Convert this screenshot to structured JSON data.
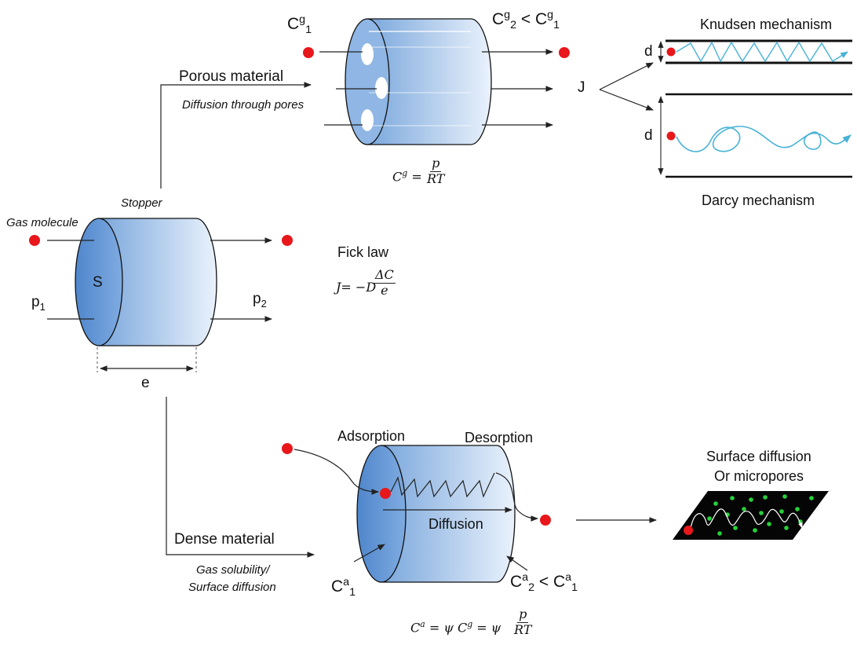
{
  "top": {
    "cg1": {
      "main": "C",
      "sup": "g",
      "sub": "1"
    },
    "cg2": {
      "main": "C",
      "sup": "g",
      "sub": "2",
      "rel": "<",
      "main2": "C",
      "sup2": "g",
      "sub2": "1"
    },
    "porous_material": "Porous material",
    "diffusion_through_pores": "Diffusion through pores",
    "flux": "J",
    "eq_cg": {
      "lhs": "C",
      "lhs_sup": "g",
      "eq": "=",
      "num": "p",
      "den": "RT"
    }
  },
  "right_top": {
    "knudsen": "Knudsen mechanism",
    "darcy": "Darcy mechanism",
    "d_upper": "d",
    "d_lower": "d"
  },
  "left": {
    "stopper": "Stopper",
    "gas_molecule": "Gas molecule",
    "s": "S",
    "p1": {
      "main": "p",
      "sub": "1"
    },
    "p2": {
      "main": "p",
      "sub": "2"
    },
    "e": "e"
  },
  "fick": {
    "title": "Fick law",
    "lhs": "J= −D",
    "num": "ΔC",
    "den": "e"
  },
  "bottom": {
    "adsorption": "Adsorption",
    "desorption": "Desorption",
    "diffusion": "Diffusion",
    "dense_material": "Dense material",
    "gas_solubility": "Gas solubility/",
    "surface_diffusion": "Surface diffusion",
    "ca1": {
      "main": "C",
      "sup": "a",
      "sub": "1"
    },
    "ca2": {
      "main": "C",
      "sup": "a",
      "sub": "2",
      "rel": "<",
      "main2": "C",
      "sup2": "a",
      "sub2": "1"
    },
    "eq_ca": {
      "lhs": "C",
      "lhs_sup": "a",
      "eq1": "= ψ C",
      "mid_sup": "g",
      "eq2": " = ψ",
      "num": "p",
      "den": "RT"
    }
  },
  "right_bottom": {
    "line1": "Surface diffusion",
    "line2": "Or micropores"
  },
  "colors": {
    "molecule": "#e8171b",
    "cylinder_light": "#e3eefb",
    "cylinder_dark": "#5f93d3",
    "path_blue": "#48b3d6",
    "plate": "#050505",
    "dots": "#25d13a"
  }
}
